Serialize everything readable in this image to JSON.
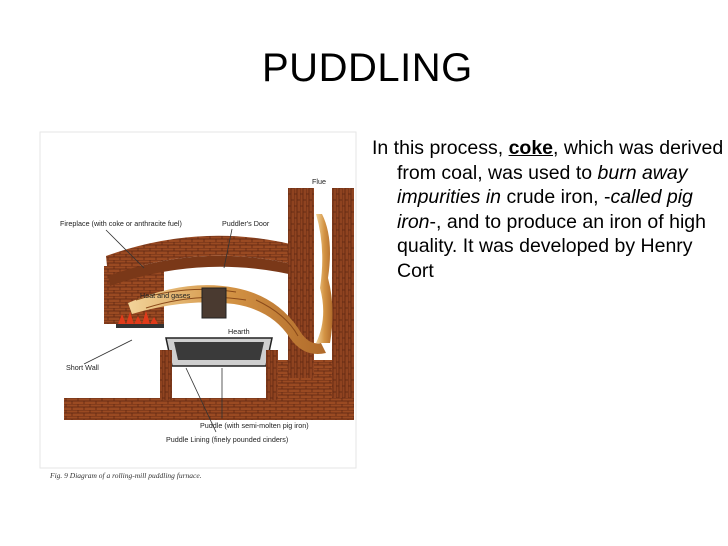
{
  "slide": {
    "title": "PUDDLING",
    "text": {
      "p1": "In this process, ",
      "coke": "coke",
      "p2": ", which was derived from coal, was used to ",
      "burn_away": "burn away impurities in",
      "p3": " crude iron, -",
      "pig_iron": "called pig iron",
      "p4": "-, and to produce an iron of high quality.  It was developed by Henry Cort"
    }
  },
  "figure": {
    "labels": {
      "fireplace": "Fireplace (with coke or anthracite fuel)",
      "puddlers_door": "Puddler's Door",
      "flue": "Flue",
      "heat_gases": "Heat and gases",
      "hearth": "Hearth",
      "short_wall": "Short Wall",
      "puddle": "Puddle (with semi-molten pig iron)",
      "puddle_lining": "Puddle Lining (finely pounded cinders)"
    },
    "caption": "Fig. 9  Diagram of a rolling-mill puddling furnace.",
    "colors": {
      "brick": "#9a4a22",
      "brick_dark": "#6b2e14",
      "flame": "#d9a050",
      "fire": "#e03a1a"
    }
  }
}
